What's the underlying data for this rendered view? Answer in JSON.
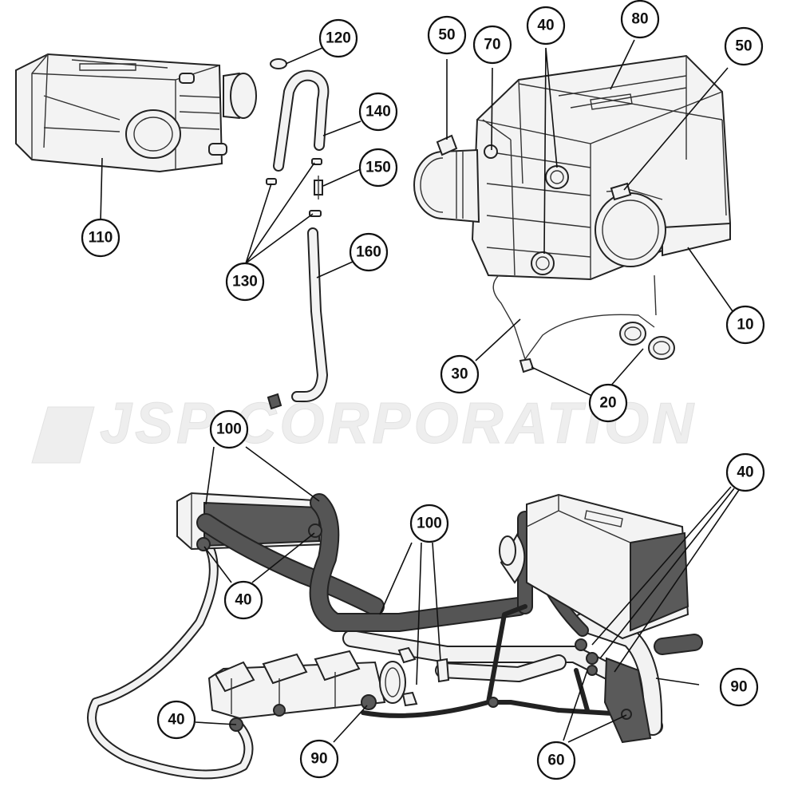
{
  "watermark": {
    "text": "JSP CORPORATION"
  },
  "colors": {
    "line": "#111111",
    "hose_dark": "#555555",
    "hose_light": "#f2f2f2",
    "watermark": "#eeeeee"
  },
  "callouts": [
    {
      "id": "c120",
      "label": "120"
    },
    {
      "id": "c140",
      "label": "140"
    },
    {
      "id": "c150",
      "label": "150"
    },
    {
      "id": "c130",
      "label": "130"
    },
    {
      "id": "c160",
      "label": "160"
    },
    {
      "id": "c110",
      "label": "110"
    },
    {
      "id": "c50a",
      "label": "50"
    },
    {
      "id": "c70",
      "label": "70"
    },
    {
      "id": "c40a",
      "label": "40"
    },
    {
      "id": "c80",
      "label": "80"
    },
    {
      "id": "c50b",
      "label": "50"
    },
    {
      "id": "c10",
      "label": "10"
    },
    {
      "id": "c30",
      "label": "30"
    },
    {
      "id": "c20",
      "label": "20"
    },
    {
      "id": "c100a",
      "label": "100"
    },
    {
      "id": "c100b",
      "label": "100"
    },
    {
      "id": "c40b",
      "label": "40"
    },
    {
      "id": "c40c",
      "label": "40"
    },
    {
      "id": "c40d",
      "label": "40"
    },
    {
      "id": "c90a",
      "label": "90"
    },
    {
      "id": "c90b",
      "label": "90"
    },
    {
      "id": "c60",
      "label": "60"
    }
  ]
}
